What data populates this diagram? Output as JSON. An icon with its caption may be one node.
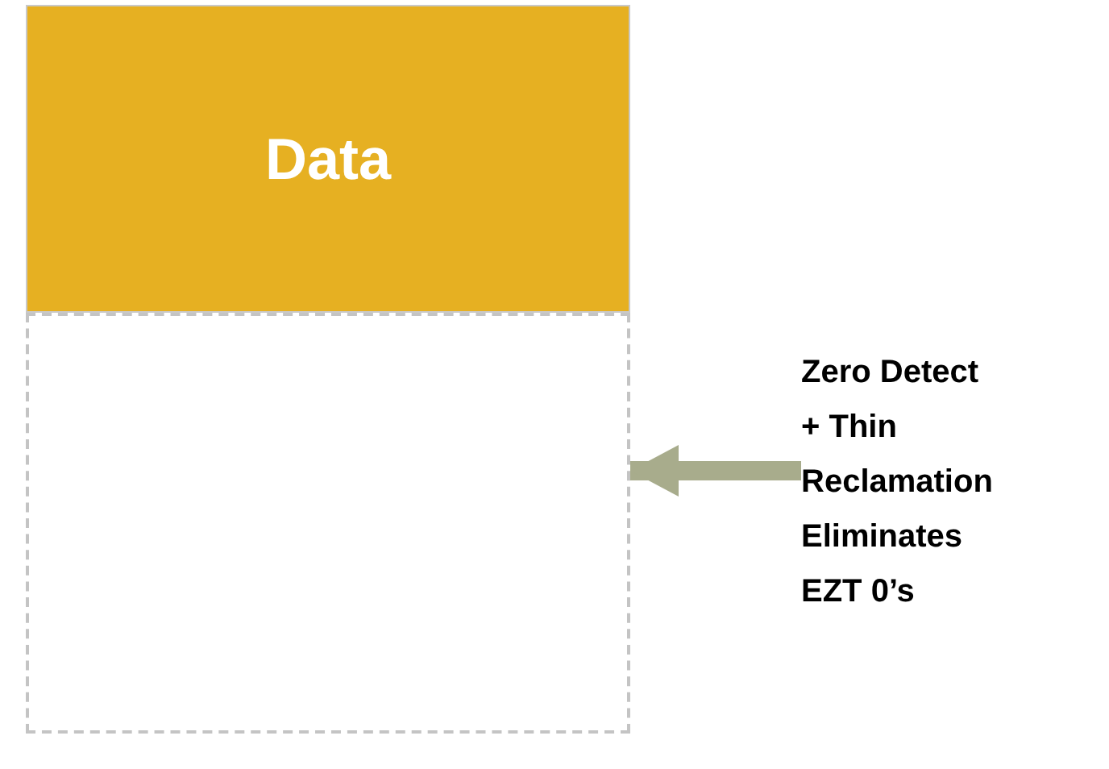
{
  "diagram": {
    "nodes": [
      {
        "text": [
          "Data"
        ]
      },
      {
        "text": [],
        "shape": "box"
      },
      {
        "text": [
          "Zero Detect + Thin Reclamation Eliminates EZT 0’s"
        ]
      }
    ],
    "edges": [
      {
        "from": 2,
        "to": 1,
        "arrow": "to"
      }
    ]
  }
}
